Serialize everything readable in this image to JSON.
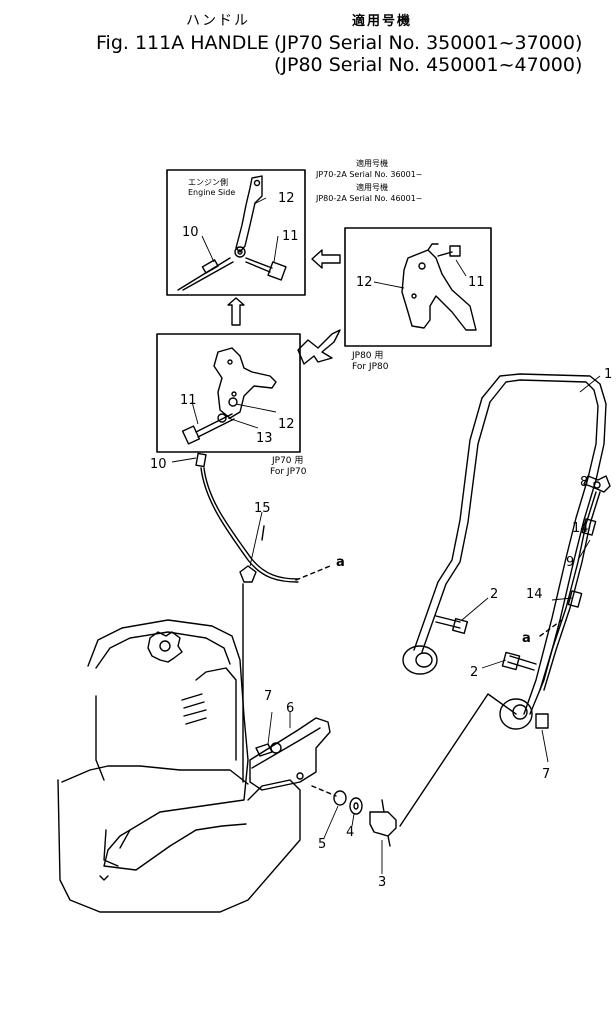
{
  "header": {
    "jp_title": "ハンドル",
    "jp_applicable": "適用号機",
    "figure_title": "Fig. 111A HANDLE",
    "serial_line_1": "(JP70 Serial No. 350001~37000)",
    "serial_line_2": "(JP80 Serial No. 450001~47000)"
  },
  "insets": {
    "engine_side_jp": "エンジン側",
    "engine_side_en": "Engine Side",
    "applicable_jp_1": "適用号機",
    "serial_jp70_2a": "JP70-2A Serial No. 36001~",
    "applicable_jp_2": "適用号機",
    "serial_jp80_2a": "JP80-2A Serial No. 46001~",
    "jp80_jp": "JP80 用",
    "jp80_en": "For JP80",
    "jp70_jp": "JP70 用",
    "jp70_en": "For JP70"
  },
  "callouts": {
    "p1": "1",
    "p2a": "2",
    "p2b": "2",
    "p3": "3",
    "p4": "4",
    "p5": "5",
    "p6": "6",
    "p7a": "7",
    "p7b": "7",
    "p8": "8",
    "p9": "9",
    "p10a": "10",
    "p10b": "10",
    "p11a": "11",
    "p11b": "11",
    "p11c": "11",
    "p12a": "12",
    "p12b": "12",
    "p12c": "12",
    "p13": "13",
    "p14a": "14",
    "p14b": "14",
    "p15": "15",
    "ref_a1": "a",
    "ref_a2": "a"
  }
}
